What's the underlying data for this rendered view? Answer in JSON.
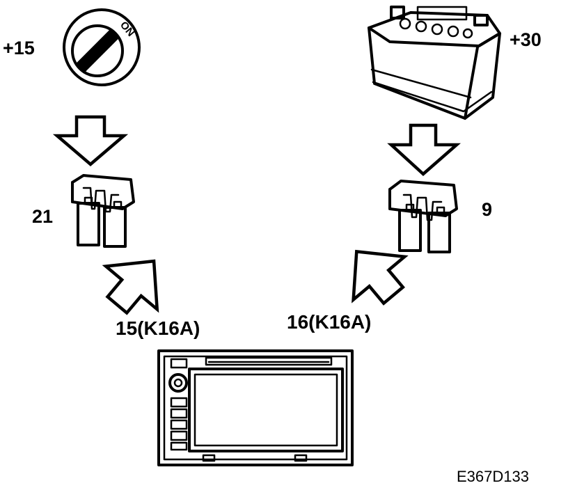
{
  "labels": {
    "ignition": "+15",
    "ignition_switch_text": "ON",
    "battery": "+30",
    "fuse_left": "21",
    "fuse_right": "9",
    "pin_left": "15(K16A)",
    "pin_right": "16(K16A)",
    "figure_code": "E367D133"
  },
  "colors": {
    "ink": "#000000",
    "paper": "#ffffff"
  },
  "icons": [
    "ignition-switch-icon",
    "battery-icon",
    "fuse-icon",
    "radio-unit-icon",
    "arrow-icon"
  ]
}
